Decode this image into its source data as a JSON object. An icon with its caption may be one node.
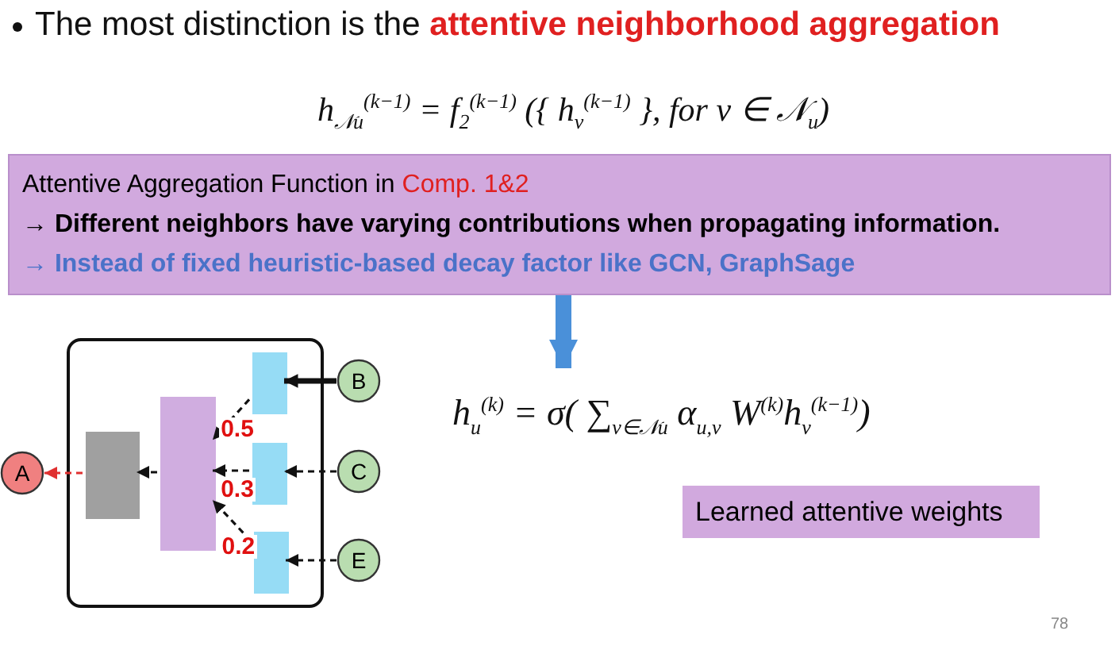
{
  "diagram": {
    "title": "The most distinction is the **attentive neighborhood aggregation**",
    "nodes": [
      {
        "text": [
          "Attentive Aggregation Function in",
          "Comp. 1&2",
          "→ Different neighbors have varying contributions when propagating information.",
          "→ Instead of fixed heuristic-based decay factor like GCN, GraphSage"
        ]
      },
      {
        "text": [
          "h$_{u}$$^{(k)}$ = σ( ∑$_{v∈𝒩u}$ α$_{u,v}$ W$^{(k)}$h$_{v}$$^{(k−1)}$)"
        ]
      },
      {
        "text": [
          "Learned attentive weights"
        ]
      },
      {
        "text": [],
        "shape": "box"
      },
      {
        "text": [],
        "shape": "box",
        "in": 3
      },
      {
        "text": [],
        "shape": "box",
        "in": 3
      },
      {
        "text": [],
        "shape": "box",
        "in": 3
      },
      {
        "text": [],
        "shape": "box",
        "in": 3
      },
      {
        "text": [],
        "shape": "box",
        "in": 3
      },
      {
        "text": [
          "A"
        ]
      },
      {
        "text": [
          "B"
        ]
      },
      {
        "text": [
          "C"
        ]
      },
      {
        "text": [
          "E"
        ]
      }
    ],
    "edges": [
      {
        "from": 0,
        "to": 1,
        "arrow": "to",
        "style": "thick",
        "color": "#4a90d9"
      },
      {
        "from": 4,
        "to": 9,
        "arrow": "to",
        "style": "dashed",
        "color": "#e03030"
      },
      {
        "from": 5,
        "to": 4,
        "arrow": "to",
        "style": "dashed"
      },
      {
        "from": 6,
        "to": 5,
        "arrow": "to",
        "style": "dashed",
        "label": "0.5"
      },
      {
        "from": 7,
        "to": 5,
        "arrow": "to",
        "style": "dashed",
        "label": "0.3"
      },
      {
        "from": 8,
        "to": 5,
        "arrow": "to",
        "style": "dashed",
        "label": "0.2"
      },
      {
        "from": 10,
        "to": 6,
        "arrow": "to",
        "style": "thick"
      },
      {
        "from": 11,
        "to": 7,
        "arrow": "to",
        "style": "dashed"
      },
      {
        "from": 12,
        "to": 8,
        "arrow": "to",
        "style": "dashed"
      }
    ],
    "labels": [
      "h$_{𝒩u}$$^{(k−1)}$ = f$_{2}$$^{(k−1)}$ ({ h$_{v}$$^{(k−1)}$ }, for v ∈ 𝒩$_{u}$)",
      "78"
    ]
  }
}
